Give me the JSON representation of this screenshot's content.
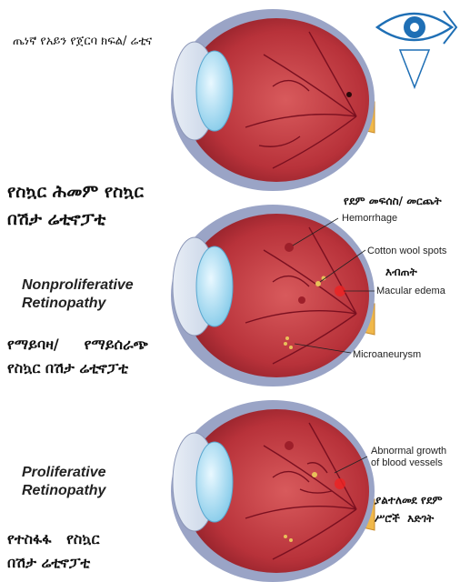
{
  "header": {
    "top_title": "ጤነኛ የአይን የጀርባ ክፍል/ ሬቲና"
  },
  "diagram1": {
    "am_title_line1": "የስኳር ሕመም የስኳር",
    "am_title_line2": "በሽታ ሬቲኖፓቲ",
    "en_title_line1": "Nonproliferative",
    "en_title_line2": "Retinopathy",
    "am_sub_line1": "የማይባዛ/     የማይሰራጭ",
    "am_sub_line2": "የስኳር በሽታ ሬቲኖፓቲ",
    "labels": {
      "hemorrhage_am": "የደም መፍሰስ/ መርጨት",
      "hemorrhage": "Hemorrhage",
      "cotton_wool": "Cotton wool spots",
      "edema_am": "እብጠት",
      "macular_edema": "Macular edema",
      "microaneurysm": "Microaneurysm"
    }
  },
  "diagram2": {
    "en_title_line1": "Proliferative",
    "en_title_line2": "Retinopathy",
    "am_title_line1": "የተስፋፋ   የስኳር",
    "am_title_line2": "በሽታ ሬቲኖፓቲ",
    "labels": {
      "abnormal_line1": "Abnormal growth",
      "abnormal_line2": "of blood vessels",
      "abnormal_am_line1": "ያልተለመደ የደም",
      "abnormal_am_line2": "ሥሮች  እድገት"
    }
  },
  "colors": {
    "eye_interior": "#c0393f",
    "sclera": "#9aa4c6",
    "lens": "#aee3f5",
    "optic_nerve": "#f0b84a",
    "logo_blue": "#1f6fb5"
  }
}
